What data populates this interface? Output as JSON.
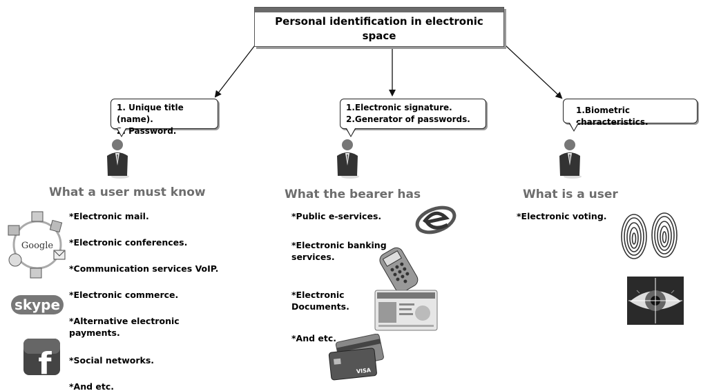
{
  "title": "Personal identification in electronic space",
  "columns": [
    {
      "bubble_lines": [
        "1. Unique title (name).",
        "2. Password."
      ],
      "heading": "What a user must know",
      "items": [
        "*Electronic mail.",
        "*Electronic conferences.",
        "*Communication services VoIP.",
        "*Electronic commerce.",
        "*Alternative electronic payments.",
        "*Social networks.",
        "*And etc."
      ]
    },
    {
      "bubble_lines": [
        "1.Electronic signature.",
        "2.Generator of passwords."
      ],
      "heading": "What the bearer has",
      "items": [
        "*Public e-services.",
        "*Electronic banking services.",
        "*Electronic Documents.",
        "*And etc."
      ]
    },
    {
      "bubble_lines": [
        "1.Biometric characteristics."
      ],
      "heading": "What is a user",
      "items": [
        "*Electronic voting."
      ]
    }
  ],
  "logos": {
    "google": "Google",
    "skype": "skype",
    "facebook": "f",
    "visa": "VISA"
  }
}
